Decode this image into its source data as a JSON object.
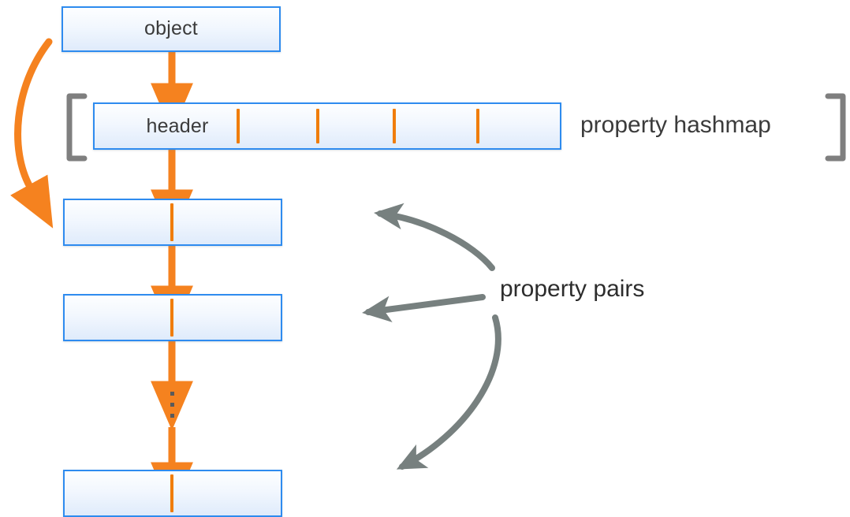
{
  "diagram": {
    "title": "object property hashmap and property pairs",
    "colors": {
      "box_border": "#2e8bef",
      "box_fill_top": "#fdfeff",
      "box_fill_bottom": "#dfebfb",
      "orange": "#f5821f",
      "gray": "#77807f",
      "bracket_gray": "#7f7f7f",
      "text": "#3b3b3b"
    },
    "boxes": [
      {
        "id": "object",
        "label": "object"
      },
      {
        "id": "header",
        "label": "header"
      },
      {
        "id": "pair-1",
        "label": ""
      },
      {
        "id": "pair-2",
        "label": ""
      },
      {
        "id": "pair-3",
        "label": ""
      }
    ],
    "labels": {
      "object": "object",
      "header": "header",
      "property_hashmap": "property hashmap",
      "property_pairs": "property pairs"
    },
    "hashmap": {
      "slot_ticks": 4,
      "bracket_left": "[",
      "bracket_right": "]"
    },
    "ellipsis_dots": 3,
    "arrows": {
      "object_to_header": "down-arrow",
      "header_to_pair1": "down-arrow",
      "pair1_to_pair2": "down-arrow",
      "pair2_to_ellipsis": "down-arrow",
      "ellipsis_to_pair3": "down-arrow",
      "object_to_pair1_curve": "curved-orange-arrow",
      "pairs_to_pair1": "curved-gray-arrow",
      "pairs_to_pair2": "straight-gray-arrow",
      "pairs_to_pair3": "curved-gray-arrow"
    }
  }
}
